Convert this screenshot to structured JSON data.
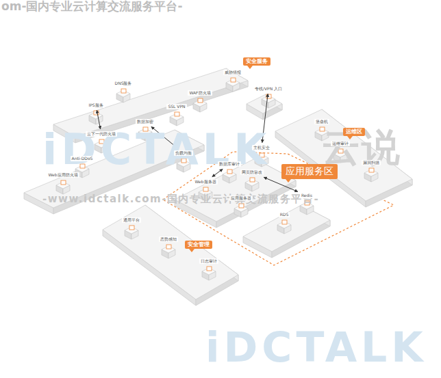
{
  "diagram": {
    "nodes": [
      {
        "text": [
          "安全服务"
        ]
      },
      {
        "text": [
          "DNS服务"
        ]
      },
      {
        "text": [
          "IPS服务"
        ]
      },
      {
        "text": [
          "SSL VPN"
        ]
      },
      {
        "text": [
          "WAF防火墙"
        ]
      },
      {
        "text": [
          "威胁情报"
        ]
      },
      {
        "text": [
          "云下一代防火墙"
        ]
      },
      {
        "text": [
          "数据加密"
        ]
      },
      {
        "text": [
          "负载均衡"
        ]
      },
      {
        "text": [
          "Anti-DDoS"
        ]
      },
      {
        "text": [
          "Web应用防火墙"
        ]
      },
      {
        "text": [
          "专线/VPN 入口"
        ]
      },
      {
        "text": [
          "运维区"
        ]
      },
      {
        "text": [
          "堡垒机"
        ]
      },
      {
        "text": [
          "运维审计"
        ]
      },
      {
        "text": [
          "漏洞扫描"
        ]
      },
      {
        "text": [
          "应用服务区"
        ]
      },
      {
        "text": [
          "主机安全"
        ]
      },
      {
        "text": [
          "数据库审计"
        ]
      },
      {
        "text": [
          "网页防篡改"
        ]
      },
      {
        "text": [
          "Web服务器"
        ]
      },
      {
        "text": [
          "应用服务器"
        ]
      },
      {
        "text": [
          "RDS"
        ]
      },
      {
        "text": [
          "Redis"
        ]
      },
      {
        "text": [
          "安全管理"
        ]
      },
      {
        "text": [
          "通用平台"
        ]
      },
      {
        "text": [
          "态势感知"
        ]
      },
      {
        "text": [
          "日志审计"
        ]
      }
    ],
    "edges": [
      {
        "from": 2,
        "to": 6,
        "arrow": "both"
      },
      {
        "from": 7,
        "to": 8,
        "arrow": "both"
      },
      {
        "from": 11,
        "to": 17,
        "arrow": "both"
      },
      {
        "from": 18,
        "to": 20,
        "arrow": "both"
      },
      {
        "from": 19,
        "to": 23,
        "arrow": "both"
      }
    ],
    "labels": [
      "om-国内专业云计算交流服务平台-",
      "-www.idctalk.com-国内专业云计算交流服务平台-",
      "iDCTALK",
      "云说",
      "iDCTALK"
    ]
  }
}
